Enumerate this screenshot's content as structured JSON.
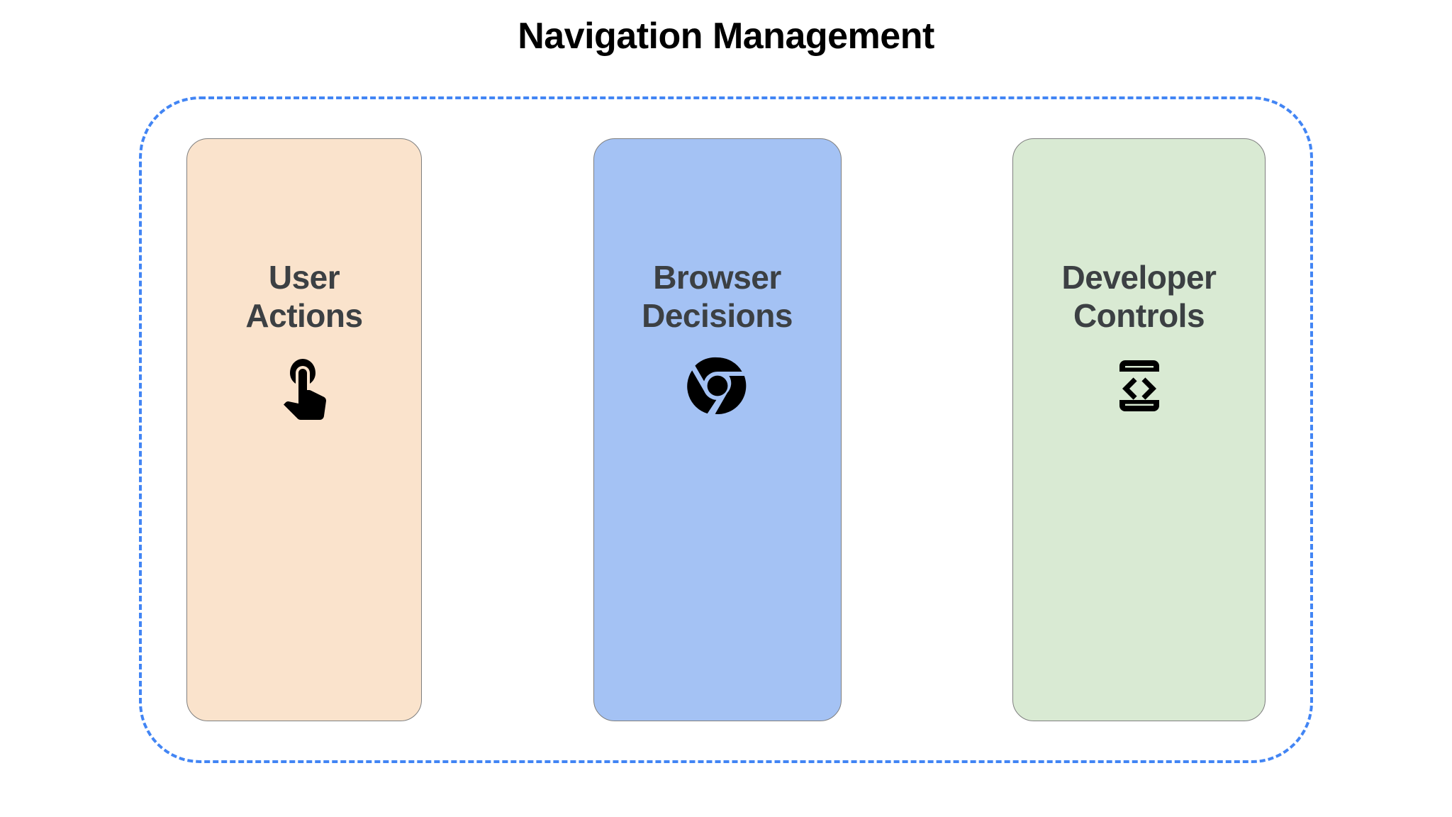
{
  "page": {
    "title": "Navigation Management",
    "background_color": "#ffffff"
  },
  "container": {
    "name": "navigation-management-group",
    "border_style": "dashed",
    "border_color": "#4285f4"
  },
  "cards": [
    {
      "label": "User\nActions",
      "label_line1": "User",
      "label_line2": "Actions",
      "background_color": "#fae3cc",
      "border_color": "#7f7f7f",
      "text_color": "#3c4043",
      "icon": "touch-gesture-icon",
      "icon_color": "#000000"
    },
    {
      "label": "Browser\nDecisions",
      "label_line1": "Browser",
      "label_line2": "Decisions",
      "background_color": "#a4c2f4",
      "border_color": "#7f7f7f",
      "text_color": "#3c4043",
      "icon": "chrome-logo-icon",
      "icon_color": "#000000"
    },
    {
      "label": "Developer\nControls",
      "label_line1": "Developer",
      "label_line2": "Controls",
      "background_color": "#d9ead3",
      "border_color": "#7f7f7f",
      "text_color": "#3c4043",
      "icon": "developer-mode-icon",
      "icon_color": "#000000"
    }
  ]
}
